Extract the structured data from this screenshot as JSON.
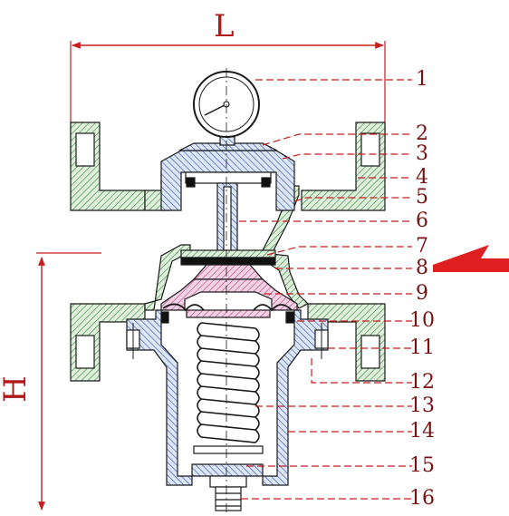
{
  "dimensions": {
    "width_label": "L",
    "height_label": "H"
  },
  "callouts": [
    "1",
    "2",
    "3",
    "4",
    "5",
    "6",
    "7",
    "8",
    "9",
    "10",
    "11",
    "12",
    "13",
    "14",
    "15",
    "16"
  ],
  "colors": {
    "dim": "#c81e1e",
    "leader": "#c81e1e",
    "outline": "#1a1a1a",
    "body_hatch": "#2f8a2f",
    "bonnet_hatch": "#2b4fa8",
    "diaphragm": "#c03a88",
    "arrow": "#e02020"
  },
  "icons": {
    "flow": "flow-arrow-icon",
    "gauge": "pressure-gauge-icon"
  }
}
